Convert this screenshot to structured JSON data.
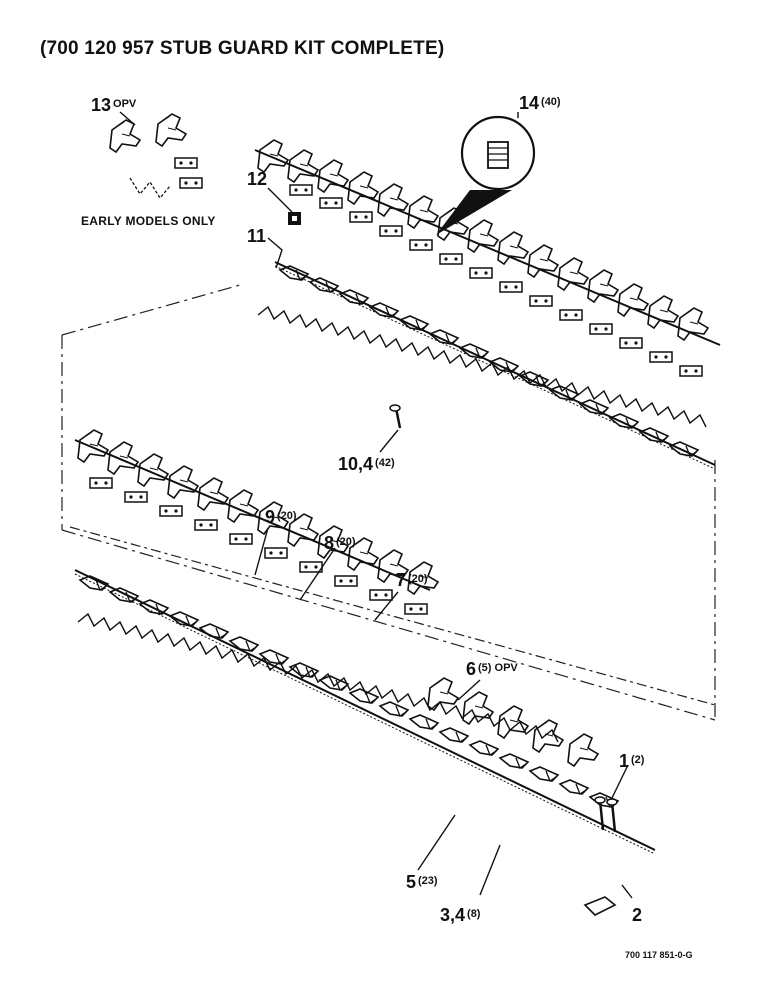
{
  "title": "(700 120 957 STUB GUARD KIT COMPLETE)",
  "early_models_note": "EARLY MODELS ONLY",
  "drawing_number": "700 117 851-0-G",
  "callouts": [
    {
      "id": "13",
      "number": "13",
      "qty": "OPV"
    },
    {
      "id": "14",
      "number": "14",
      "qty": "(40)"
    },
    {
      "id": "12",
      "number": "12",
      "qty": ""
    },
    {
      "id": "11",
      "number": "11",
      "qty": ""
    },
    {
      "id": "10",
      "number": "10,4",
      "qty": "(42)"
    },
    {
      "id": "9",
      "number": "9",
      "qty": "(20)"
    },
    {
      "id": "8",
      "number": "8",
      "qty": "(20)"
    },
    {
      "id": "7",
      "number": "7",
      "qty": "(20)"
    },
    {
      "id": "6",
      "number": "6",
      "qty": "(5) OPV"
    },
    {
      "id": "1",
      "number": "1",
      "qty": "(2)"
    },
    {
      "id": "5",
      "number": "5",
      "qty": "(23)"
    },
    {
      "id": "3",
      "number": "3,4",
      "qty": "(8)"
    },
    {
      "id": "2",
      "number": "2",
      "qty": ""
    }
  ]
}
